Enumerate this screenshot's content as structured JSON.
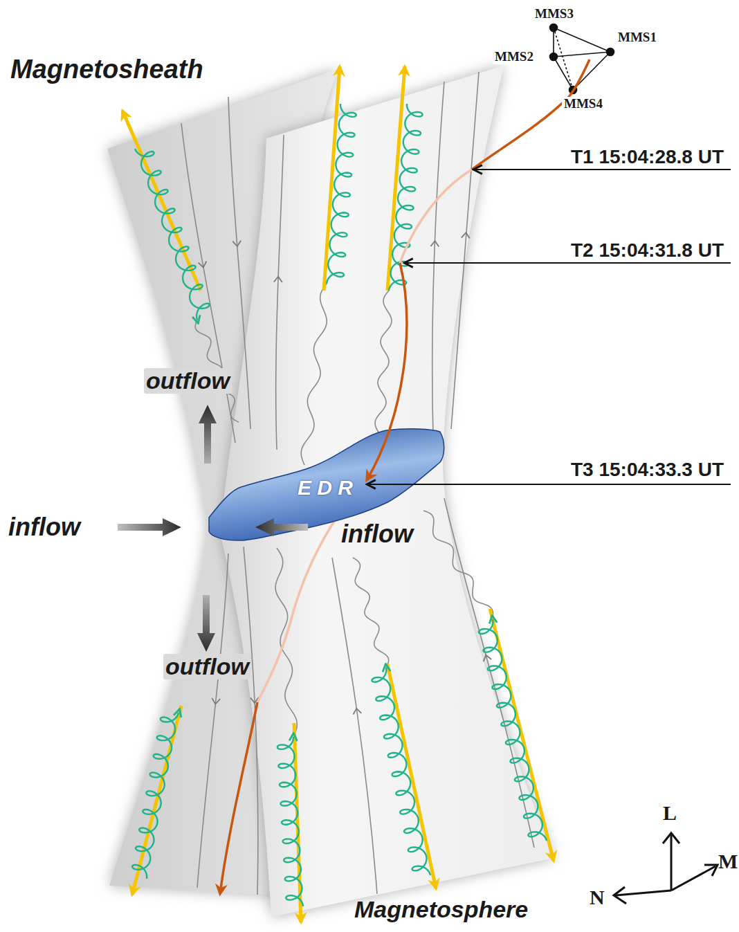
{
  "diagram": {
    "nodes": [
      {
        "text": [
          "E D R"
        ]
      }
    ],
    "labels": [
      "Magnetosheath",
      "MMS3",
      "MMS1",
      "MMS2",
      "MMS4",
      "T1 15:04:28.8 UT",
      "T2 15:04:31.8 UT",
      "T3 15:04:33.3 UT",
      "outflow",
      "inflow",
      "inflow",
      "outflow",
      "Magnetosphere",
      "L",
      "M",
      "N"
    ]
  }
}
